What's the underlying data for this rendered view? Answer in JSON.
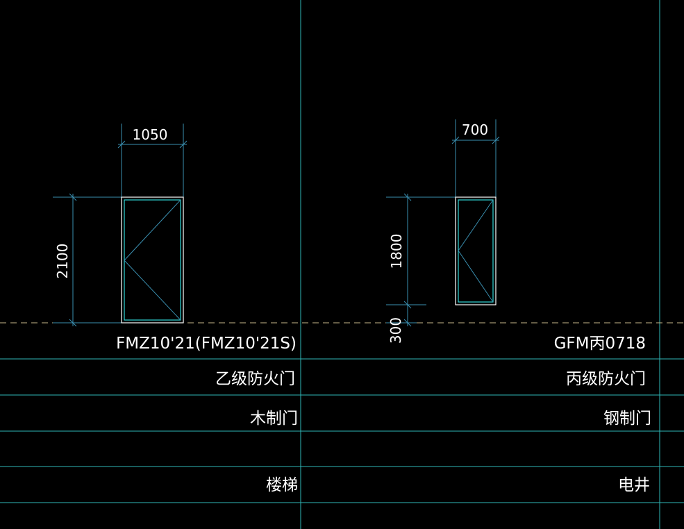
{
  "doors": [
    {
      "code": "FMZ10'21(FMZ10'21S)",
      "grade": "乙级防火门",
      "material": "木制门",
      "extra": "",
      "location": "楼梯",
      "width_dim": "1050",
      "height_dim": "2100"
    },
    {
      "code": "GFM丙0718",
      "grade": "丙级防火门",
      "material": "钢制门",
      "extra": "",
      "location": "电井",
      "width_dim": "700",
      "height_dim": "1800",
      "sill_dim": "300"
    }
  ],
  "colors": {
    "background": "#000000",
    "grid": "#2fb7b7",
    "dimension": "#3a8fb0",
    "frame": "#ffffff",
    "glazing": "#30d6d6",
    "baseline": "#c8b98a",
    "text": "#ffffff"
  }
}
